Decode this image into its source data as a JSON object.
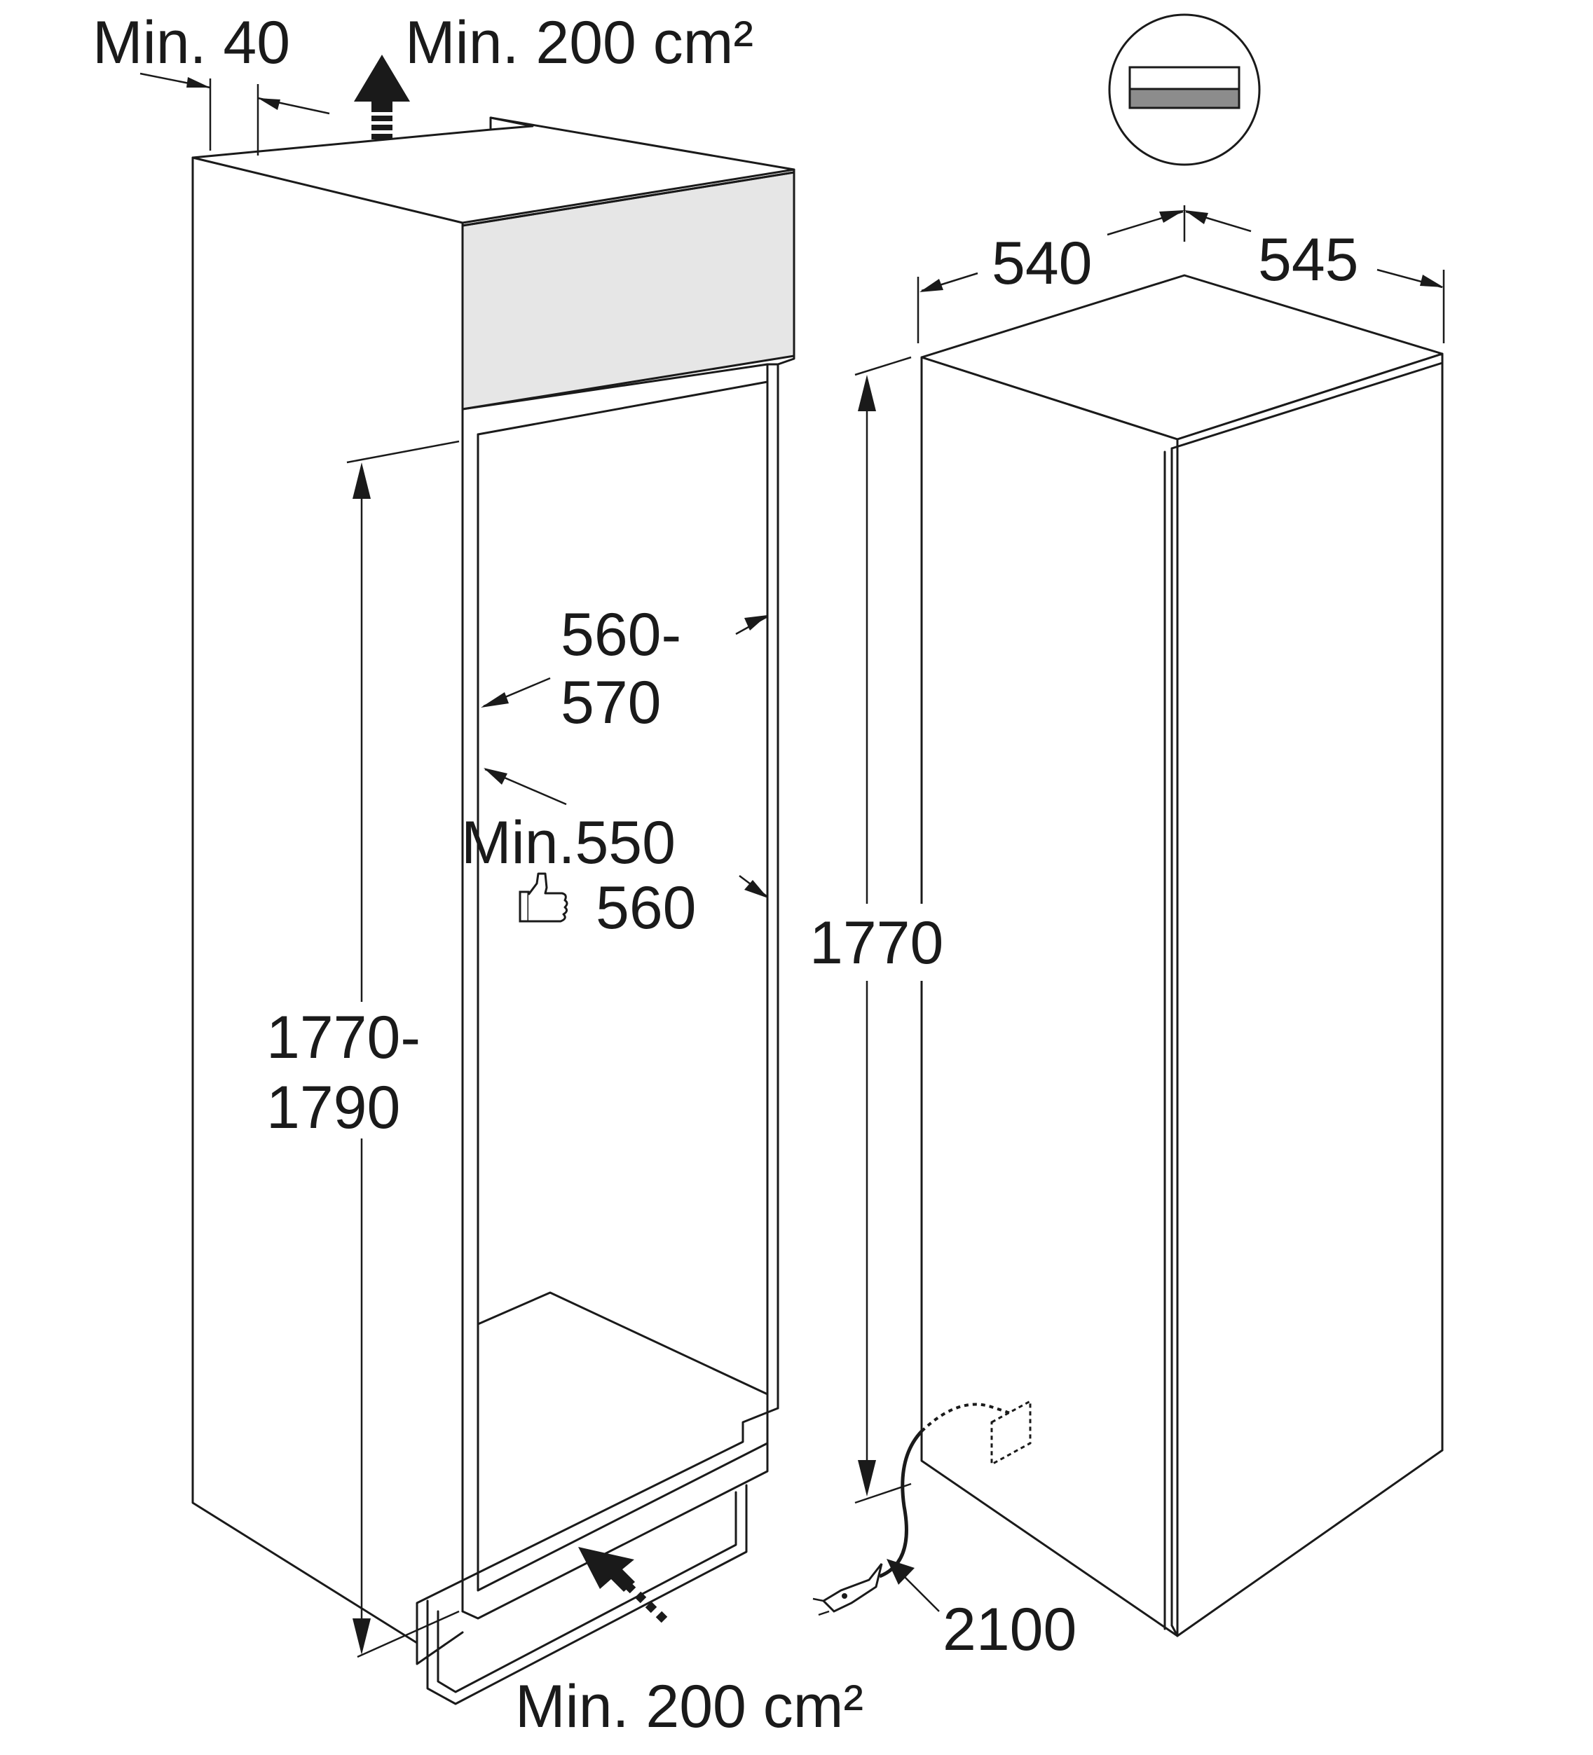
{
  "diagram": {
    "labels": {
      "top_min_gap": "Min. 40",
      "top_vent_area": "Min. 200 cm²",
      "niche_width_line1": "560-",
      "niche_width_line2": "570",
      "niche_depth_min": "Min.550",
      "niche_depth_recommended": "560",
      "niche_height_line1": "1770-",
      "niche_height_line2": "1790",
      "appliance_height": "1770",
      "appliance_width": "540",
      "appliance_depth": "545",
      "cable_length": "2100",
      "bottom_vent_area": "Min. 200 cm²"
    },
    "icons": {
      "installation_type": "built-in-niche-icon",
      "recommended": "thumbs-up-icon",
      "power_plug": "power-plug-icon"
    },
    "colors": {
      "line": "#1a1a1a",
      "panel_gray": "#e6e6e6",
      "icon_gray": "#8c8c8c"
    }
  }
}
